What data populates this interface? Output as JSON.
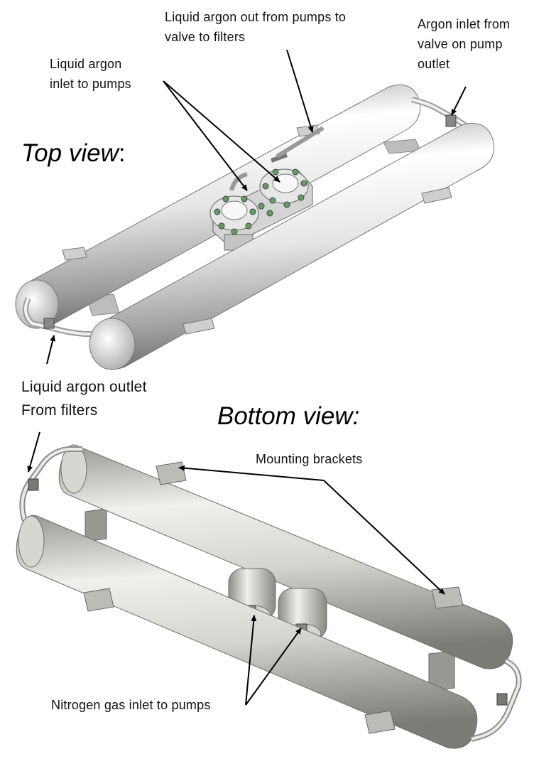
{
  "top_section": {
    "title_main": "Top view",
    "title_suffix": ":",
    "labels": {
      "lar_out": "Liquid argon out from pumps to\nvalve to filters",
      "argon_inlet": "Argon inlet from\nvalve on pump\noutlet",
      "lar_inlet": "Liquid argon\ninlet to pumps",
      "lar_outlet": "Liquid argon outlet\nFrom filters"
    }
  },
  "bottom_section": {
    "title": "Bottom view:",
    "labels": {
      "mounting": "Mounting brackets",
      "nitrogen": "Nitrogen gas inlet to pumps"
    }
  },
  "colors": {
    "steel_light": "#f4f4f4",
    "steel_mid": "#c9c9c9",
    "steel_dark": "#8a8a8a",
    "bottom_steel_light": "#ecebe8",
    "bottom_steel_dark": "#8e8c88",
    "fastener_green": "#6a9a6a",
    "arrow": "#000000"
  }
}
